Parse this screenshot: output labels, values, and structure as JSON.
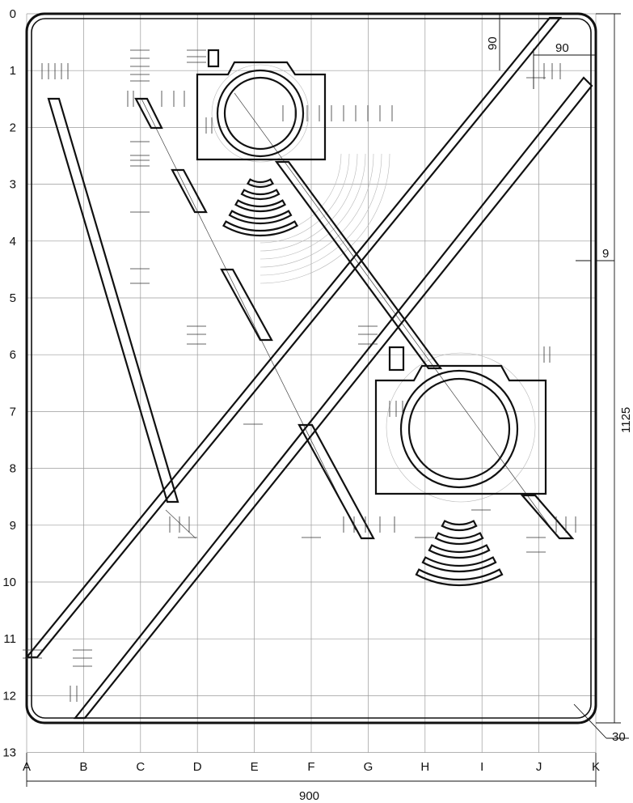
{
  "grid": {
    "row_labels": [
      "0",
      "1",
      "2",
      "3",
      "4",
      "5",
      "6",
      "7",
      "8",
      "9",
      "10",
      "11",
      "12",
      "13"
    ],
    "col_labels": [
      "A",
      "B",
      "C",
      "D",
      "E",
      "F",
      "G",
      "H",
      "I",
      "J",
      "K"
    ]
  },
  "dimensions": {
    "width": "900",
    "height": "1125",
    "margin_vertical": "90",
    "margin_horizontal": "90",
    "border_gap": "9",
    "corner_radius": "30"
  },
  "colors": {
    "line": "#111111",
    "grid": "#9a9a9a",
    "paper": "#ffffff"
  }
}
